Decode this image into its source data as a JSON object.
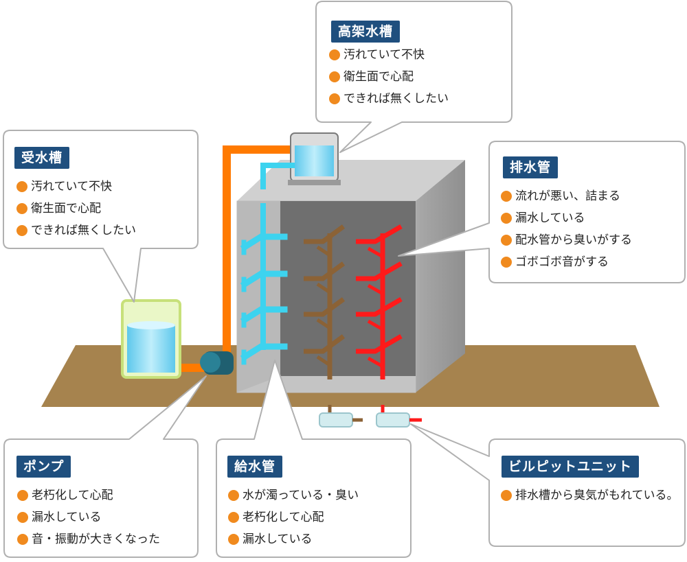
{
  "colors": {
    "tag_background": "#1f4f7e",
    "bullet": "#f08a1e",
    "supply_pipe": "#3dd3ef",
    "main_pipe": "#ff7a00",
    "drain_pipe_brown": "#8b6236",
    "drain_pipe_red": "#ff1a1a",
    "ground": "#a6834e",
    "building": "#c9c9c9",
    "water": "#7fd6f2"
  },
  "callouts": {
    "elevated_tank": {
      "title": "高架水槽",
      "items": [
        "汚れていて不快",
        "衛生面で心配",
        "できれば無くしたい"
      ]
    },
    "receiving_tank": {
      "title": "受水槽",
      "items": [
        "汚れていて不快",
        "衛生面で心配",
        "できれば無くしたい"
      ]
    },
    "drain_pipe": {
      "title": "排水管",
      "items": [
        "流れが悪い、詰まる",
        "漏水している",
        "配水管から臭いがする",
        "ゴボゴボ音がする"
      ]
    },
    "pump": {
      "title": "ポンプ",
      "items": [
        "老朽化して心配",
        "漏水している",
        "音・振動が大きくなった"
      ]
    },
    "supply_pipe": {
      "title": "給水管",
      "items": [
        "水が濁っている・臭い",
        "老朽化して心配",
        "漏水している"
      ]
    },
    "pit_unit": {
      "title": "ビルピットユニット",
      "items": [
        "排水槽から臭気がもれている。"
      ]
    }
  }
}
